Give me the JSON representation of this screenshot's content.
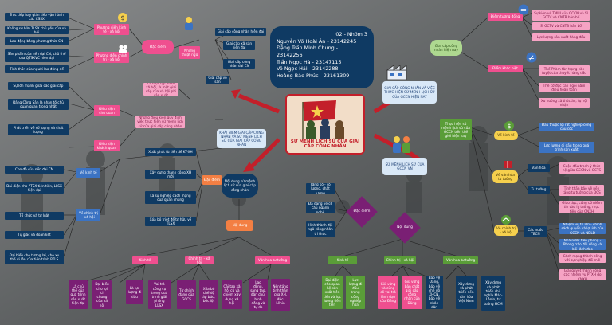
{
  "header": {
    "group": "02 - Nhóm 3",
    "members": [
      "Nguyễn Võ Hoài Ân - 23142245",
      "Đặng Trần Minh Chung -",
      "23142256",
      "Trần Ngọc Hà - 23147115",
      "Võ Ngọc Hải - 23142288",
      "Hoàng Bảo Phúc - 23161309"
    ]
  },
  "center_title": "SỨ MỆNH LỊCH SỬ CỦA GIAI CẤP CÔNG NHÂN",
  "left": {
    "top_items": [
      "Trực tiếp hay gián tiếp vận hành các CSSX",
      "Không sở hữu TLSX chủ yếu của xã hội",
      "Lao động bằng phương thức CN",
      "Sản phẩm của nền đại CN, chủ thể của QTSXVC hiện đại",
      "Tính thần của người lao động để"
    ],
    "phuong_dien_ktxh": "Phương diện kinh tế - xã hội",
    "phuong_dien_ctxh": "Phương diện chính trị - xã hội",
    "dac_diem": "Đặc điểm",
    "khai_niem": "Khái niệm",
    "kn_items": [
      "Giai cấp công nhân hiện đại",
      "Giai cấp xã sản hiện đại",
      "Giai cấp công nhân đại CN",
      "Giai cấp vô sản"
    ],
    "nhung_thuat_ngu": "Những thuật ngữ",
    "xa_hoi_vo_san": "Là một tập đoàn xã hội, là một giai cấp của xã hội phi sản xuất",
    "dieu_kien_items": [
      "Sự lớn mạnh giữa các giai cấp",
      "Đảng Cộng Sản là nhân tố chủ quan quan trọng nhất",
      "Phát triển về số lượng và chất lượng"
    ],
    "dieu_kien_kq": "Điều kiện khách quan",
    "dieu_kien_cq": "Điều kiện chủ quan",
    "nhung_dieu_kien": "Những điều kiện quy định việc thực hiện sứ mệnh lịch sử của giai cấp công nhân",
    "khai_niem_gccn": "KHÁI NIỆM GIAI CẤP CÔNG NHÂN VÀ SỨ MỆNH LỊCH SỬ CỦA GIAI CẤP CÔNG NHÂN",
    "kinh_te_items": [
      "Con đẻ của nền đại CN",
      "Đại diện cho PTSX tiên tiến, LLSX hiện đại"
    ],
    "ve_kinh_te": "Về kinh tế",
    "chinh_tri_items": [
      "Tổ chức và tự luật",
      "Tự giác và đoàn kết",
      "Đại biểu cho tương lai, cho xu thế đi lên của tiến trình PTLS"
    ],
    "ve_chinh_tri": "Về chính trị - xã hội",
    "noi_dung_items": [
      "Xuất phát từ tiền đề KT-XH",
      "Xây dựng thành công XH mới",
      "Là sự nghiệp cách mạng của quần chúng",
      "Xóa bỏ triệt để tư hữu về TLSX"
    ],
    "dac_diem2": "Đặc điểm",
    "noi_dung_su_menh": "Nội dung sứ mệnh lịch sử của giai cấp công nhân",
    "noi_dung": "Nội dung",
    "nd_cats": [
      "Kinh tế",
      "Chính trị - xã hội",
      "Văn hóa tư tưởng"
    ],
    "nd_leaves": [
      "Là chủ thể của quá trình sản xuất hiện đại",
      "Đại biểu cho lợi ích chung của xã hội",
      "Là lực lượng đi đầu",
      "Vai trò công cụ trong quá trình giải phóng LLSX",
      "Tự chính đảng của GCCS",
      "Xóa bỏ chế độ áp bức, bóc lột",
      "Cải tạo xã hội cũ và chiếm xây dựng xã hội",
      "Lao động, sáng tạo, dân chủ, bình đẳng và tự do",
      "Nền tảng tinh thần của XH, Mác-Lênin"
    ]
  },
  "right": {
    "diem_tuong_dong": "Điểm tương đồng",
    "dtd_items": [
      "Sự kiện về TMUI của GCCN và Sĩ GCTV và CNTB bản bổ",
      "Sĩ GCTV và CNTB bản bổ",
      "Lực lượng sản xuất hàng đầu"
    ],
    "diem_khac_biet": "Điểm khác biệt",
    "dkb_items": [
      "Thể Phàm tân trọng còn tuyệt của thuyết hàng đầu",
      "Thể cờ đọc cần ngồi nắm điều hoàn toàn",
      "Xu hướng xã thức ăn, tự hội nhận"
    ],
    "gccn_hien_nay": "Giai cấp công nhân hiện nay",
    "gccn_vn_title": "GIAI CẤP CÔNG NHÂN VÀ VIỆC THỰC HIỆN SỨ MỆNH LỊCH SỬ CỦA GCCN HIỆN NAY",
    "su_menh_vn": "SỨ MỆNH LỊCH SỬ CỦA GCCN VN",
    "thuc_hien": "Thực hiện sứ mệnh lịch sử của GCCN trên thế giới hiện nay",
    "ve_kinh_te": "Về kinh tế",
    "vkt_items": [
      "Đầu thuộc lợi rất nghiệp công cầu cốc",
      "Lực lượng đi đầu trong quá trình sản xuất"
    ],
    "vh_tt": "Về văn hóa tư tưởng",
    "vhtt_items": [
      "Văn hóa",
      "Tư tưởng"
    ],
    "vh_leaves": [
      "Cuộc đấu tranh ý thức hệ giữa GCCN và GCTS",
      "Tinh thần bảo vệ nền tảng tư tưởng của ĐCS"
    ],
    "tt_leaves": [
      "Giáo dục, củng cố niềm tin vào lý tưởng, mục tiêu của CNXH"
    ],
    "vct": "Về chính trị - xã hội",
    "cac_nuoc": "Các nước TBCN",
    "cn_leaves": [
      "Nhiệm vụ to lớn - chính sách quyền và lợi ích của GCCN và NĐLĐ",
      "Nhà nước tiên phong - Phong trào đời sống và bối lãnh đạo"
    ],
    "cn_extra": [
      "Cách mạng thành công với sự nghiệp đổi mới",
      "Giải quyết thành công các nhiệm vụ PTXH do CNXH"
    ],
    "list_items": [
      "Tăng số - số lượng, chất lượng",
      "Đa dạng về cơ cấu ngành nghề",
      "Hình thành đội ngũ công nhân trí thức"
    ],
    "dac_diem": "Đặc điểm",
    "noi_dung": "Nội dung",
    "nd_cats": [
      "Kinh tế",
      "Chính trị - xã hội",
      "Văn hóa tư tưởng"
    ],
    "nd_leaves": [
      "Đại diện cho quan hệ sản xuất tiên tiến và lực lượng tiên tiến",
      "Lực lượng đi đầu trong công nghiệp hóa",
      "Giữ vững và củng cố vai trò lãnh đạo của Đảng",
      "Giữ vững bản chất giai cấp công nhân của Đảng",
      "Bảo vệ Đảng, bảo vệ chế độ XHCN, bảo vệ nhân dân",
      "Xây dựng và phát triển nền văn hóa Việt Nam",
      "Xây dựng và phát triển chủ nghĩa Mác-Lênin, tư tưởng HCM"
    ]
  },
  "colors": {
    "dark_navy": "#0f3a63",
    "pink": "#ef4f8f",
    "green": "#5a9d38",
    "red": "#c31f2a",
    "purple": "#7a1f74",
    "orange": "#f37f43"
  }
}
